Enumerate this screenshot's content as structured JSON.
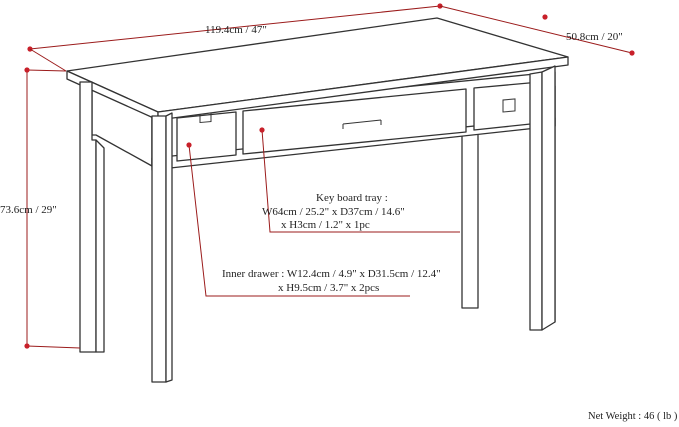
{
  "dimensions": {
    "width": "119.4cm / 47\"",
    "depth": "50.8cm / 20\"",
    "height": "73.6cm / 29\""
  },
  "keyboard_tray": {
    "line1": "Key board tray :",
    "line2": "W64cm / 25.2\" x D37cm / 14.6\"",
    "line3": "x H3cm / 1.2\" x 1pc"
  },
  "inner_drawer": {
    "line1": "Inner drawer : W12.4cm / 4.9\" x D31.5cm / 12.4\"",
    "line2": "x H9.5cm / 3.7\" x 2pcs"
  },
  "net_weight": "Net Weight : 46 ( lb )",
  "colors": {
    "dimension_line": "#9b1b1b",
    "dimension_dot": "#c8202a",
    "outline": "#333333"
  }
}
